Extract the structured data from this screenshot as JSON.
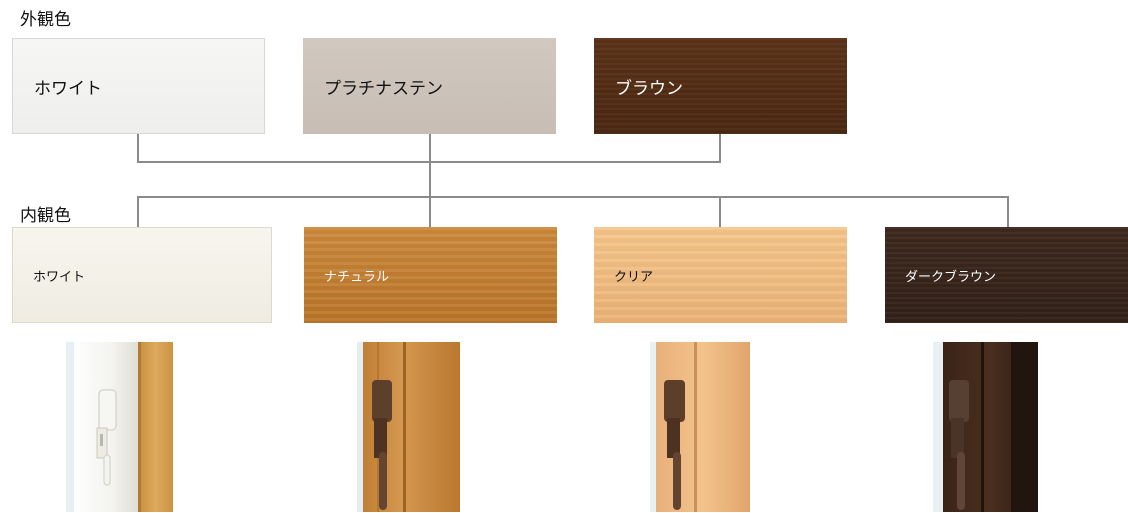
{
  "exterior": {
    "label": "外観色",
    "swatches": [
      {
        "name": "ホワイト",
        "color": "#f3f3f1",
        "text_color": "#111111"
      },
      {
        "name": "プラチナステン",
        "color": "#ccc3bb",
        "text_color": "#111111"
      },
      {
        "name": "ブラウン",
        "color": "#55301a",
        "text_color": "#ffffff"
      }
    ]
  },
  "interior": {
    "label": "内観色",
    "swatches": [
      {
        "name": "ホワイト",
        "color": "#f3f1e8",
        "text_color": "#111111"
      },
      {
        "name": "ナチュラル",
        "color": "#c17f33",
        "text_color": "#ffffff"
      },
      {
        "name": "クリア",
        "color": "#efbc82",
        "text_color": "#111111"
      },
      {
        "name": "ダークブラウン",
        "color": "#39261d",
        "text_color": "#ffffff"
      }
    ]
  },
  "photos": [
    {
      "frame": "white",
      "handle": "white"
    },
    {
      "frame": "natural",
      "handle": "brown"
    },
    {
      "frame": "clear",
      "handle": "brown"
    },
    {
      "frame": "dark-brown",
      "handle": "brown"
    }
  ]
}
